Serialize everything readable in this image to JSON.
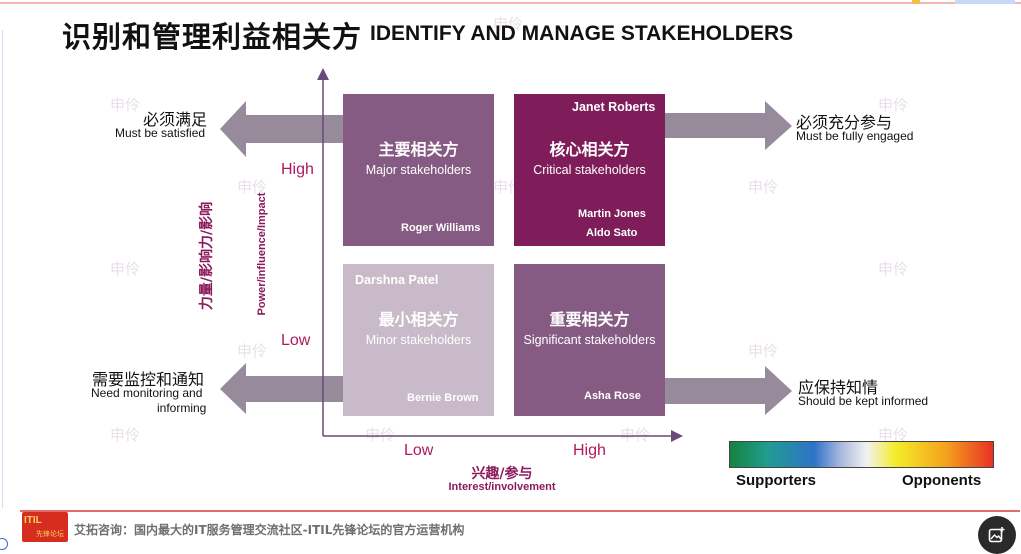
{
  "title": {
    "cn": "识别和管理利益相关方",
    "en": "IDENTIFY AND MANAGE STAKEHOLDERS"
  },
  "axes": {
    "y_label_cn": "力量/影响力/影响",
    "y_label_en": "Power/influence/Impact",
    "y_high": "High",
    "y_low": "Low",
    "x_label_cn": "兴趣/参与",
    "x_label_en": "Interest/involvement",
    "x_low": "Low",
    "x_high": "High"
  },
  "quadrants": {
    "major": {
      "cn": "主要相关方",
      "en": "Major stakeholders",
      "names": [
        "Roger Williams"
      ]
    },
    "critical": {
      "cn": "核心相关方",
      "en": "Critical stakeholders",
      "names": [
        "Janet Roberts",
        "Martin Jones",
        "Aldo Sato"
      ]
    },
    "minimal": {
      "cn": "最小相关方",
      "en": "Minor stakeholders",
      "names": [
        "Darshna Patel",
        "Bernie Brown"
      ]
    },
    "significant": {
      "cn": "重要相关方",
      "en": "Significant stakeholders",
      "names": [
        "Asha Rose"
      ]
    }
  },
  "actions": {
    "top_left": {
      "cn": "必须满足",
      "en": "Must be satisfied"
    },
    "top_right": {
      "cn": "必须充分参与",
      "en": "Must be fully engaged"
    },
    "bottom_left": {
      "cn": "需要监控和通知",
      "en_line1": "Need monitoring and",
      "en_line2": "informing"
    },
    "bottom_right": {
      "cn": "应保持知情",
      "en": "Should be kept informed"
    }
  },
  "legend": {
    "left": "Supporters",
    "right": "Opponents"
  },
  "footer": {
    "logo_text": "ITIL",
    "logo_sub": "先锋论坛",
    "text": "艾拓咨询：国内最大的IT服务管理交流社区-ITIL先锋论坛的官方运营机构"
  },
  "watermark": "申伶",
  "colors": {
    "major": "#855b84",
    "critical": "#7e1d5a",
    "minimal": "#c8bac8",
    "significant": "#855b84",
    "axis_label": "#8b1a5c",
    "arrow": "#968a9b"
  }
}
